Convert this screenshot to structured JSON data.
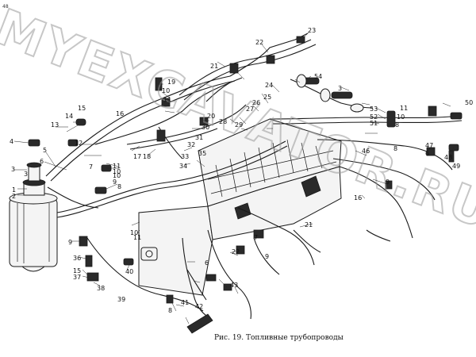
{
  "corner_mark": "48",
  "watermark": "MYEXCAVATOR.RU",
  "caption": "Рис. 19. Топливные трубопроводы",
  "callouts": {
    "c1": "1",
    "c2": "2",
    "c3": "3",
    "c3b": "3",
    "c3c": "3",
    "c4": "4",
    "c5": "5",
    "c6": "6",
    "c6b": "6",
    "c6c": "6",
    "c7": "7",
    "c7b": "7",
    "c8": "8",
    "c8b": "8",
    "c8c": "8",
    "c8d": "8",
    "c9": "9",
    "c9b": "9",
    "c9c": "9",
    "c9d": "9",
    "c10": "10",
    "c10b": "10",
    "c10c": "10",
    "c10d": "10",
    "c10e": "10",
    "c11": "11",
    "c11b": "11",
    "c11c": "11",
    "c11d": "11",
    "c12": "12",
    "c13": "13",
    "c14": "14",
    "c15": "15",
    "c15b": "15",
    "c16": "16",
    "c16b": "16",
    "c17": "17",
    "c18": "18",
    "c19": "19",
    "c20": "20",
    "c21": "21",
    "c21b": "21",
    "c22": "22",
    "c22b": "22",
    "c23": "23",
    "c24": "24",
    "c25": "25",
    "c26": "26",
    "c27": "27",
    "c28": "28",
    "c29": "29",
    "c30": "30",
    "c31": "31",
    "c32": "32",
    "c33": "33",
    "c34": "34",
    "c35": "35",
    "c36": "36",
    "c37": "37",
    "c38": "38",
    "c39": "39",
    "c40": "40",
    "c41": "41",
    "c42": "42",
    "c43": "43",
    "c46": "46",
    "c47": "47",
    "c48": "48",
    "c49": "49",
    "c50": "50",
    "c51": "51",
    "c52": "52",
    "c53": "53",
    "c54": "54"
  }
}
